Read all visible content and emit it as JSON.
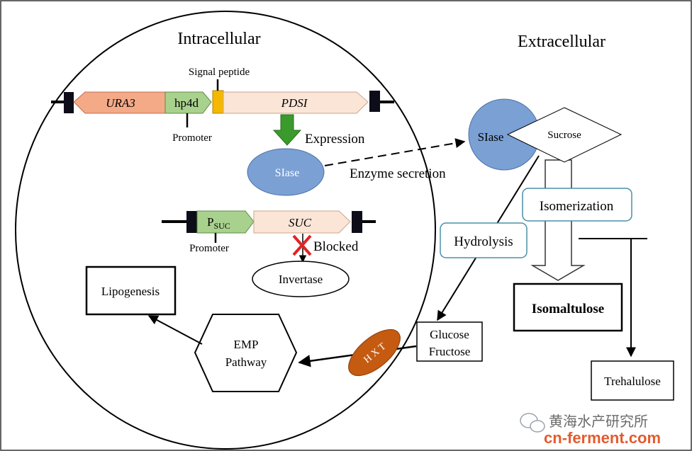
{
  "regions": {
    "intracellular": "Intracellular",
    "extracellular": "Extracellular"
  },
  "construct1": {
    "signal_label": "Signal peptide",
    "ura3": "URA3",
    "promoter_box": "hp4d",
    "gene": "PDSI",
    "promoter_label": "Promoter",
    "expression": "Expression"
  },
  "slase_inside": "SIase",
  "enzyme_secretion": "Enzyme secretion",
  "construct2": {
    "promoter_main": "P",
    "promoter_sub": "SUC",
    "gene": "SUC",
    "promoter_label": "Promoter",
    "blocked": "Blocked",
    "invertase": "Invertase"
  },
  "lipogenesis": "Lipogenesis",
  "emp": {
    "line1": "EMP",
    "line2": "Pathway"
  },
  "hxt": "H X T",
  "glucose_fructose": {
    "line1": "Glucose",
    "line2": "Fructose"
  },
  "slase_outside": "SIase",
  "sucrose": "Sucrose",
  "isomerization": "Isomerization",
  "hydrolysis": "Hydrolysis",
  "isomaltulose": "Isomaltulose",
  "trehalulose": "Trehalulose",
  "watermark": {
    "line1": "黄海水产研究所",
    "line2": "cn-ferment.com"
  },
  "colors": {
    "ura3": "#f4a987",
    "hp4d": "#a9d18e",
    "signal": "#f5b800",
    "gene": "#fbe5d6",
    "slase": "#7aa0d4",
    "arrow_green": "#3a9a2b",
    "hxt": "#c55a11",
    "blocked_x": "#e02424",
    "watermark": "#e35b2f"
  }
}
